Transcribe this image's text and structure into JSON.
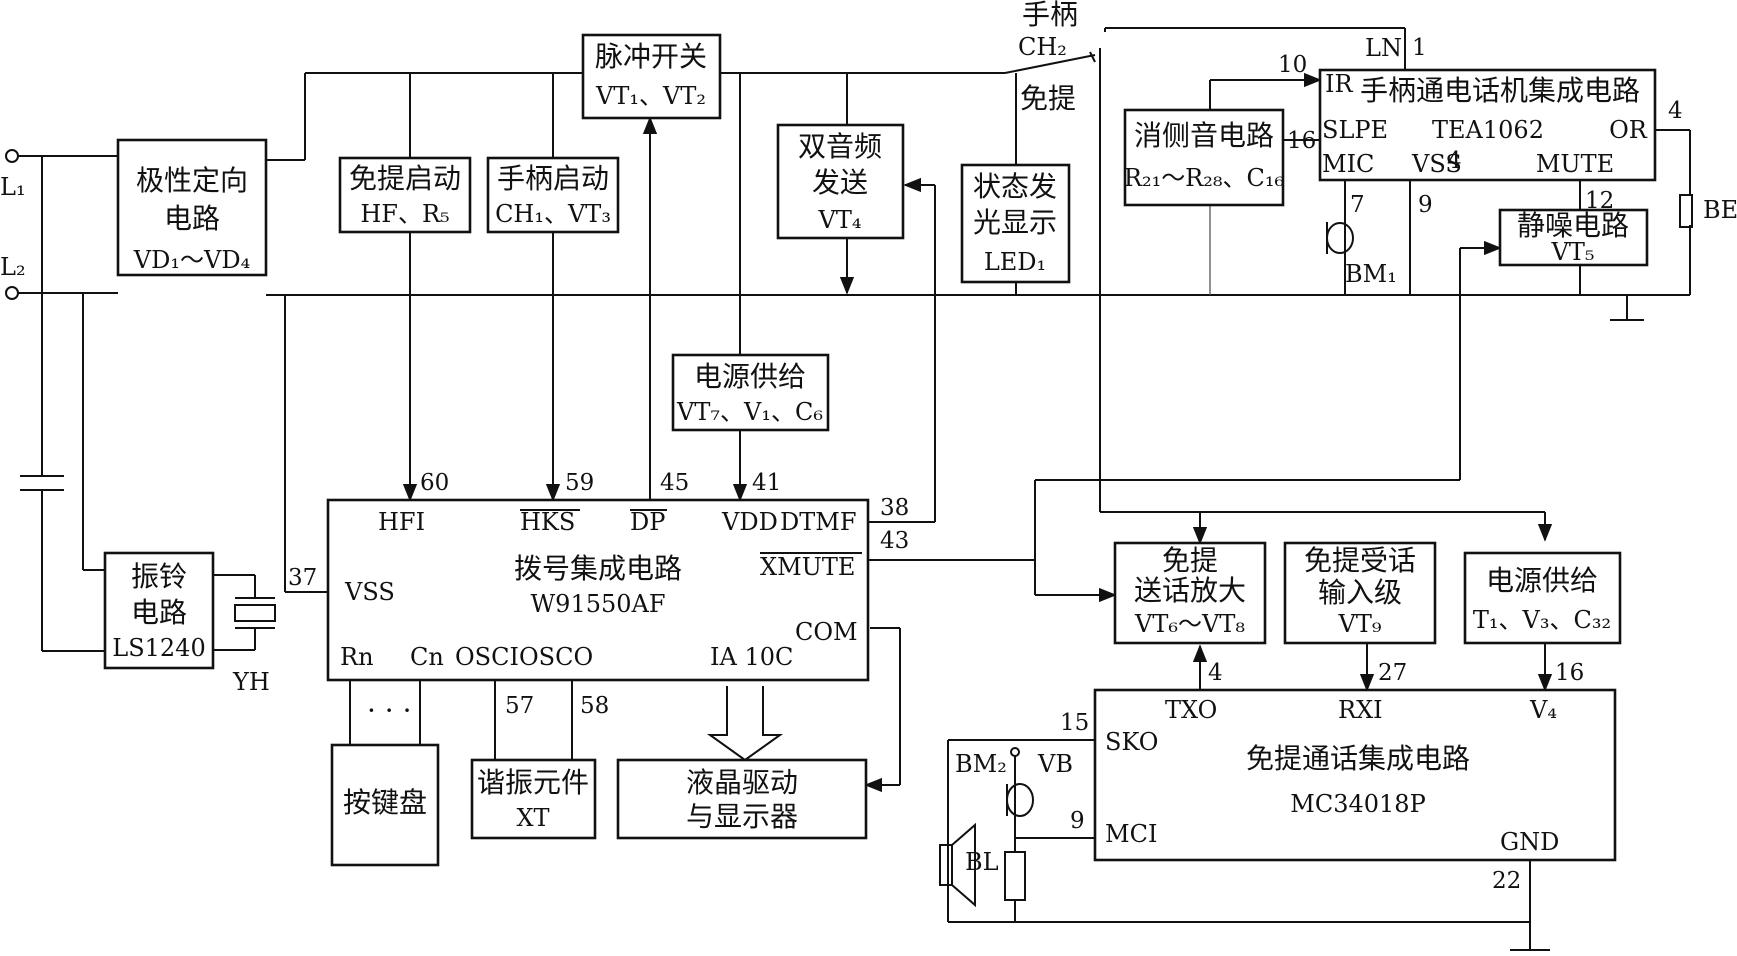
{
  "blocks": {
    "polarity": {
      "l1": "极性定向",
      "l2": "电路",
      "l3": "VD₁～VD₄"
    },
    "pulse_switch": {
      "l1": "脉冲开关",
      "l2": "VT₁、VT₂"
    },
    "handsfree_start": {
      "l1": "免提启动",
      "l2": "HF、R₅"
    },
    "handset_start": {
      "l1": "手柄启动",
      "l2": "CH₁、VT₃"
    },
    "dual_tone": {
      "l1": "双音频",
      "l2": "发送",
      "l3": "VT₄"
    },
    "status_led": {
      "l1": "状态发",
      "l2": "光显示",
      "l3": "LED₁"
    },
    "sidetone": {
      "l1": "消侧音电路",
      "l2": "R₂₁～R₂₈、C₁₆"
    },
    "tea1062": {
      "title": "手柄通电话机集成电路",
      "part": "TEA1062",
      "ir": "IR",
      "ln": "LN",
      "slpe": "SLPE",
      "mic": "MIC",
      "vss": "VSS",
      "or": "OR",
      "mute": "MUTE"
    },
    "mute_circuit": {
      "l1": "静噪电路",
      "l2": "VT₅"
    },
    "power1": {
      "l1": "电源供给",
      "l2": "VT₇、V₁、C₆"
    },
    "dialer": {
      "title": "拨号集成电路",
      "part": "W91550AF",
      "hfi": "HFI",
      "hks": "HKS",
      "dp": "DP",
      "vdd": "VDD",
      "dtmf": "DTMF",
      "xmute": "XMUTE",
      "vss": "VSS",
      "com": "COM",
      "rn": "Rn",
      "cn": "Cn",
      "osci": "OSCIOSCO",
      "ia": "IA 10C"
    },
    "ring": {
      "l1": "振铃",
      "l2": "电路",
      "l3": "LS1240"
    },
    "keypad": {
      "l1": "按键盘"
    },
    "resonator": {
      "l1": "谐振元件",
      "l2": "XT"
    },
    "lcd": {
      "l1": "液晶驱动",
      "l2": "与显示器"
    },
    "hf_tx_amp": {
      "l1": "免提",
      "l2": "送话放大",
      "l3": "VT₆～VT₈"
    },
    "hf_rx_in": {
      "l1": "免提受话",
      "l2": "输入级",
      "l3": "VT₉"
    },
    "power2": {
      "l1": "电源供给",
      "l2": "T₁、V₃、C₃₂"
    },
    "mc34018": {
      "title": "免提通话集成电路",
      "part": "MC34018P",
      "txo": "TXO",
      "rxi": "RXI",
      "v4": "V₄",
      "sko": "SKO",
      "mci": "MCI",
      "gnd": "GND"
    }
  },
  "labels": {
    "l1": "L₁",
    "l2": "L₂",
    "yh": "YH",
    "handset": "手柄",
    "ch2": "CH₂",
    "handsfree": "免提",
    "be": "BE",
    "bm1": "BM₁",
    "bm2": "BM₂",
    "vb": "VB",
    "bl": "BL",
    "dots": "· · ·"
  },
  "pins": {
    "p60": "60",
    "p59": "59",
    "p45": "45",
    "p41": "41",
    "p38": "38",
    "p43": "43",
    "p37": "37",
    "p57": "57",
    "p58": "58",
    "p10": "10",
    "p1": "1",
    "p16": "16",
    "p4": "4",
    "p7": "7",
    "p9": "9",
    "p12": "12",
    "p4b": "4",
    "p27": "27",
    "p16b": "16",
    "p15": "15",
    "p9b": "9",
    "p22": "22",
    "p4c": "4"
  }
}
